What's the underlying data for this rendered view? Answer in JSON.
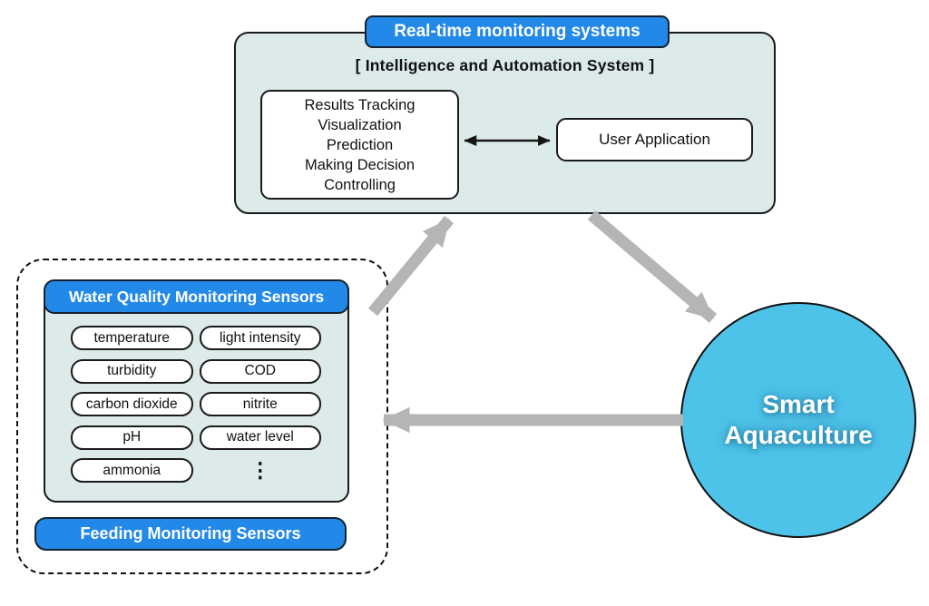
{
  "monitoring_system": {
    "title": "Real-time monitoring systems",
    "subtitle": "[ Intelligence and Automation System ]",
    "functions": [
      "Results Tracking",
      "Visualization",
      "Prediction",
      "Making Decision",
      "Controlling"
    ],
    "user_application": "User Application"
  },
  "sensor_group": {
    "water_quality": {
      "title": "Water Quality Monitoring Sensors",
      "items": [
        "temperature",
        "light intensity",
        "turbidity",
        "COD",
        "carbon dioxide",
        "nitrite",
        "pH",
        "water level",
        "ammonia"
      ],
      "more_indicator": "⋮"
    },
    "feeding": {
      "title": "Feeding Monitoring Sensors"
    }
  },
  "hub": {
    "line1": "Smart",
    "line2": "Aquaculture"
  },
  "colors": {
    "header_blue": "#2289e8",
    "panel_teal": "#dceaea",
    "hub_cyan": "#4ec3ea",
    "arrow_gray": "#b5b5b5",
    "outline_black": "#1b1b1b"
  }
}
